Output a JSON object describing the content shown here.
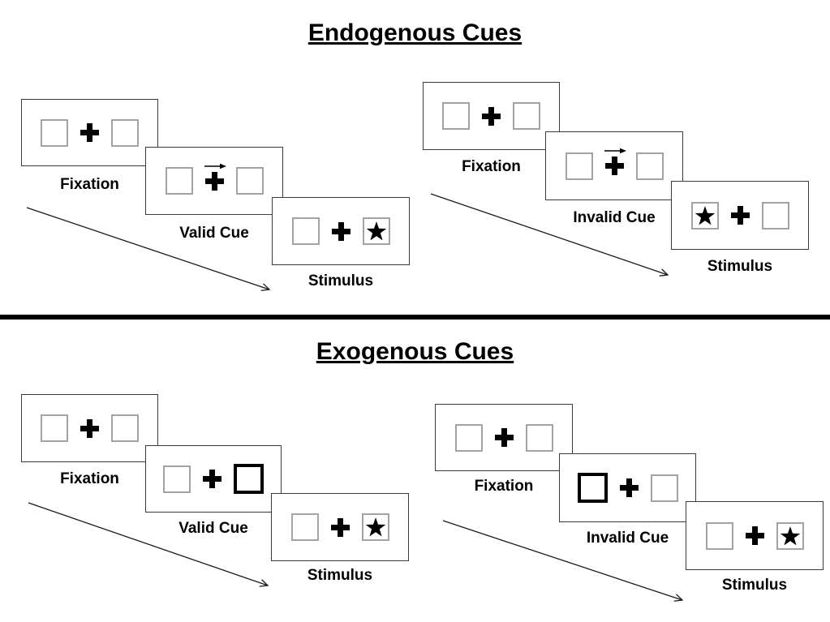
{
  "colors": {
    "background": "#ffffff",
    "panel_border": "#3a3a3a",
    "box_border": "#a3a3a3",
    "ink": "#000000"
  },
  "sections": [
    {
      "title": "Endogenous Cues",
      "groups": [
        {
          "name": "valid-trial",
          "panels": [
            {
              "label": "Fixation",
              "contents": [
                "empty-box",
                "fixation-cross",
                "empty-box"
              ]
            },
            {
              "label": "Valid Cue",
              "contents": [
                "empty-box",
                "right-arrow-over-fixation-cross",
                "empty-box"
              ]
            },
            {
              "label": "Stimulus",
              "contents": [
                "empty-box",
                "fixation-cross",
                "star-in-box"
              ]
            }
          ]
        },
        {
          "name": "invalid-trial",
          "panels": [
            {
              "label": "Fixation",
              "contents": [
                "empty-box",
                "fixation-cross",
                "empty-box"
              ]
            },
            {
              "label": "Invalid Cue",
              "contents": [
                "empty-box",
                "right-arrow-over-fixation-cross",
                "empty-box"
              ]
            },
            {
              "label": "Stimulus",
              "contents": [
                "star-in-box",
                "fixation-cross",
                "empty-box"
              ]
            }
          ]
        }
      ]
    },
    {
      "title": "Exogenous Cues",
      "groups": [
        {
          "name": "valid-trial",
          "panels": [
            {
              "label": "Fixation",
              "contents": [
                "empty-box",
                "fixation-cross",
                "empty-box"
              ]
            },
            {
              "label": "Valid Cue",
              "contents": [
                "empty-box",
                "fixation-cross",
                "highlighted-box"
              ]
            },
            {
              "label": "Stimulus",
              "contents": [
                "empty-box",
                "fixation-cross",
                "star-in-box"
              ]
            }
          ]
        },
        {
          "name": "invalid-trial",
          "panels": [
            {
              "label": "Fixation",
              "contents": [
                "empty-box",
                "fixation-cross",
                "empty-box"
              ]
            },
            {
              "label": "Invalid Cue",
              "contents": [
                "highlighted-box",
                "fixation-cross",
                "empty-box"
              ]
            },
            {
              "label": "Stimulus",
              "contents": [
                "empty-box",
                "fixation-cross",
                "star-in-box"
              ]
            }
          ]
        }
      ]
    }
  ]
}
